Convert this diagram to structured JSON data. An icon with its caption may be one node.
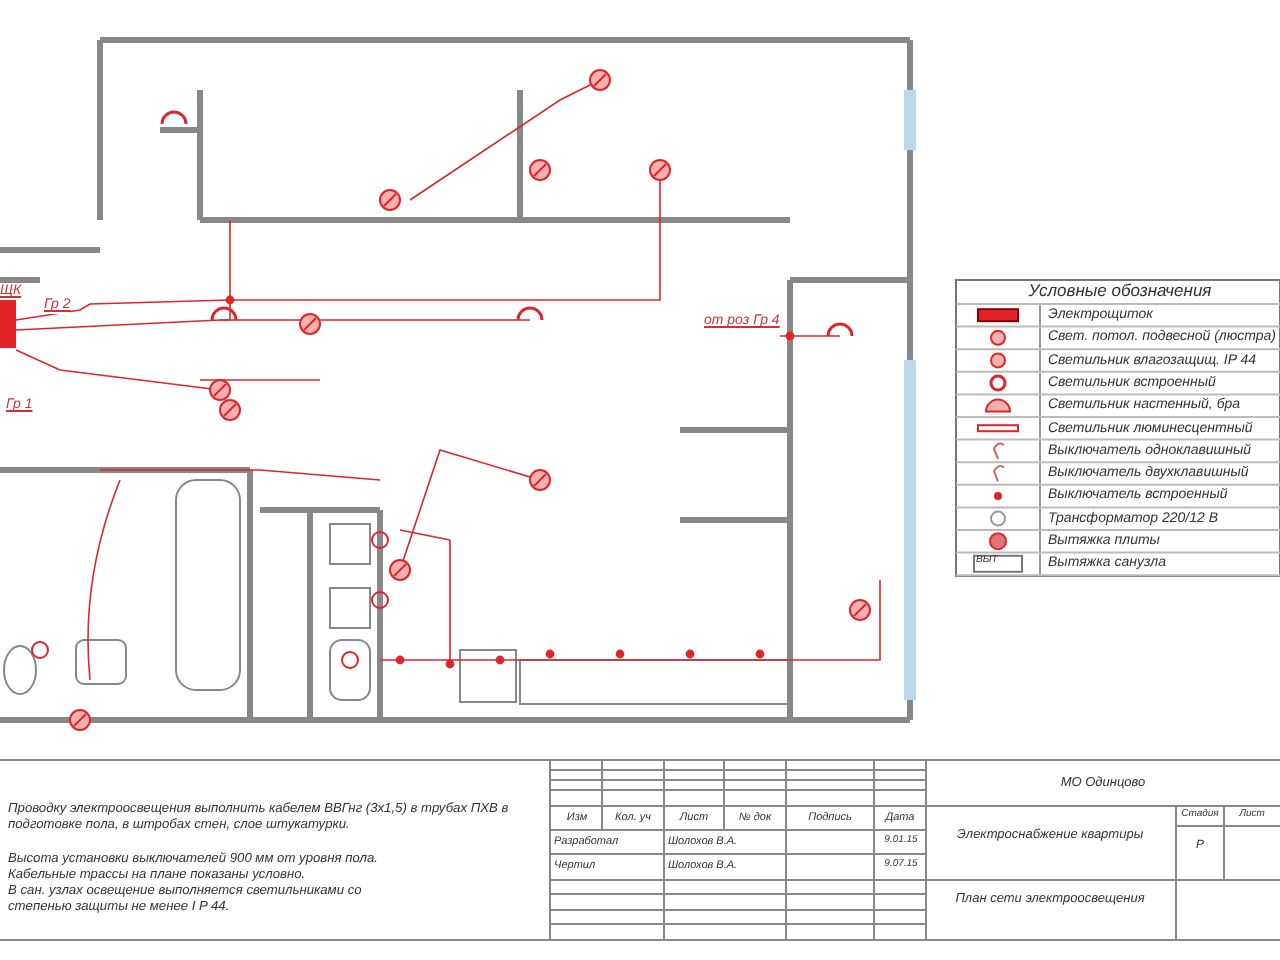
{
  "diagram": {
    "title": "План сети электроосвещения",
    "labels": [
      "ЩК",
      "Гр 2",
      "Гр 1",
      "от роз Гр 4",
      "Условные обозначения",
      "ВЫТ",
      "Проводку электроосвещения выполнить кабелем ВВГнг (3х1,5) в трубах ПХВ в подготовке пола, в штробах стен, слое штукатурки.",
      "Высота установки выключателей 900 мм от уровня пола.",
      "Кабельные трассы на плане показаны условно.",
      "В сан. узлах освещение выполняется светильниками со степенью защиты не менее I P 44.",
      "Изм",
      "Кол. уч",
      "Лист",
      "№ док",
      "Подпись",
      "Дата",
      "Разработал",
      "Шолохов В.А.",
      "9.01.15",
      "Чертил",
      "Шолохов В.А.",
      "9.07.15",
      "МО Одинцово",
      "Электроснабжение квартиры",
      "Стадия",
      "Лист",
      "Р"
    ],
    "legend": [
      {
        "text": "Электрощиток"
      },
      {
        "text": "Свет. потол. подвесной (люстра)"
      },
      {
        "text": "Светильник влагозащищ. IP 44"
      },
      {
        "text": "Светильник встроенный"
      },
      {
        "text": "Светильник настенный, бра"
      },
      {
        "text": "Светильник люминесцентный"
      },
      {
        "text": "Выключатель одноклавишный"
      },
      {
        "text": "Выключатель двухклавишный"
      },
      {
        "text": "Выключатель встроенный"
      },
      {
        "text": "Трансформатор 220/12 В"
      },
      {
        "text": "Вытяжка плиты"
      },
      {
        "text": "Вытяжка санузла"
      }
    ]
  }
}
